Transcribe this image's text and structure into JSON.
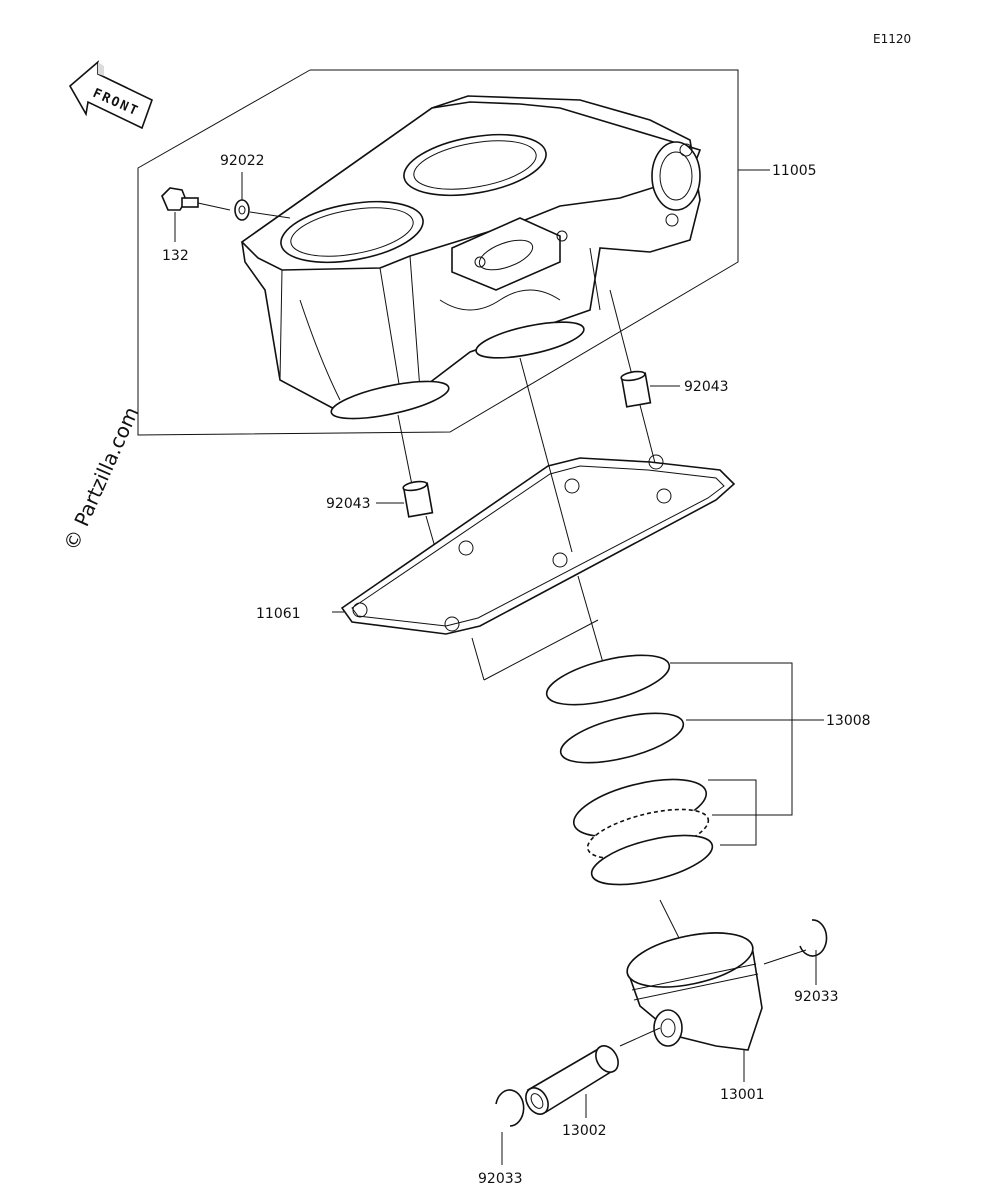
{
  "diagram_code": "E1120",
  "watermark": "© Partzilla.com",
  "front_label": "FRONT",
  "callouts": {
    "cylinder": "11005",
    "washer": "92022",
    "bolt": "132",
    "dowel_right": "92043",
    "dowel_left": "92043",
    "gasket": "11061",
    "ring_set": "13008",
    "piston": "13001",
    "piston_pin": "13002",
    "snap_ring_right": "92033",
    "snap_ring_left": "92033"
  }
}
